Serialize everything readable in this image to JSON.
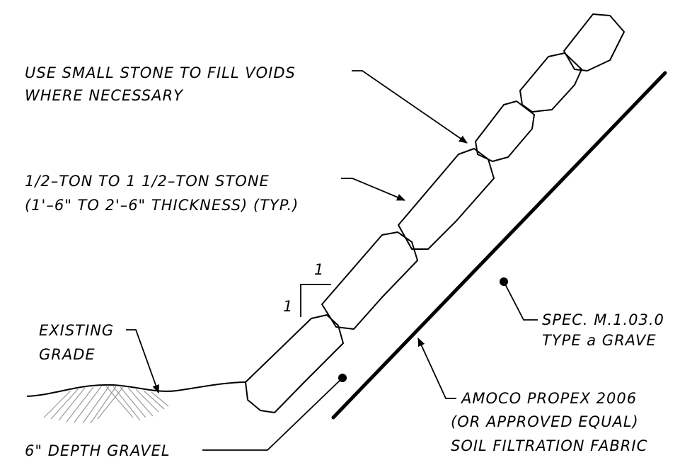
{
  "notes": {
    "small_stone_line1": "USE SMALL STONE TO FILL VOIDS",
    "small_stone_line2": "WHERE NECESSARY",
    "stone_size_line1": "1/2–TON TO 1 1/2–TON STONE",
    "stone_size_line2": "(1'–6\" TO 2'–6\" THICKNESS) (TYP.)",
    "slope_run": "1",
    "slope_rise": "1",
    "existing_grade_line1": "EXISTING",
    "existing_grade_line2": "GRADE",
    "gravel_spec_line1": "SPEC. M.1.03.0",
    "gravel_spec_line2": "TYPE a GRAVE",
    "fabric_line1": "AMOCO PROPEX 2006",
    "fabric_line2": "(OR APPROVED EQUAL)",
    "fabric_line3": "SOIL FILTRATION FABRIC",
    "gravel_depth": "6\" DEPTH GRAVEL"
  }
}
